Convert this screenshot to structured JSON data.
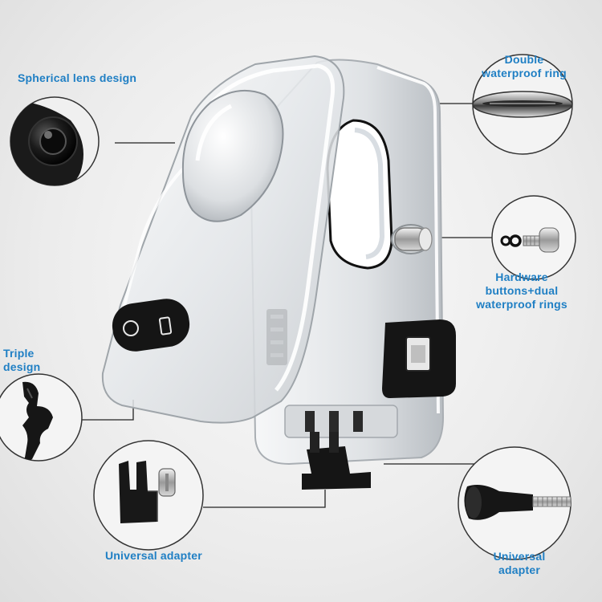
{
  "labels": {
    "spherical_lens": "Spherical lens design",
    "double_ring_line1": "Double",
    "double_ring_line2": "waterproof ring",
    "hardware_line1": "Hardware",
    "hardware_line2": "buttons+dual",
    "hardware_line3": "waterproof rings",
    "triple_line1": "Triple",
    "triple_line2": "design",
    "adapter_left": "Universal adapter",
    "adapter_right_line1": "Universal",
    "adapter_right_line2": "adapter"
  },
  "colors": {
    "label_blue": "#1f7fc4",
    "leader_line": "#222222",
    "detail_circle_stroke": "#333333",
    "dark_part": "#151515"
  },
  "icons": [
    "lens-detail-icon",
    "waterproof-ring-icon",
    "screw-button-icon",
    "triple-buckle-icon",
    "mount-adapter-icon",
    "thumb-screw-icon"
  ]
}
